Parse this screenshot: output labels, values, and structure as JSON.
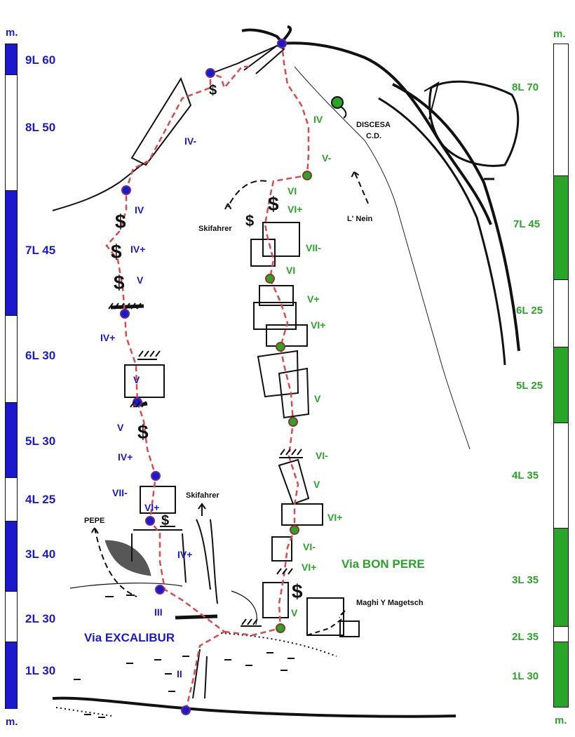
{
  "left_scale": {
    "unit": "m.",
    "color": "#1a1acc",
    "pitches": [
      "9L 60",
      "8L 50",
      "7L 45",
      "6L 30",
      "5L 30",
      "4L 25",
      "3L 40",
      "2L 30",
      "1L 30"
    ]
  },
  "right_scale": {
    "unit": "m.",
    "color": "#2aa52a",
    "pitches": [
      "8L 70",
      "7L 45",
      "6L 25",
      "5L 25",
      "4L 35",
      "3L 35",
      "2L 35",
      "1L 30"
    ]
  },
  "routes": {
    "excalibur": {
      "name": "Via EXCALIBUR",
      "grades": [
        "II",
        "III",
        "IV+",
        "VI+",
        "VII-",
        "IV+",
        "V",
        "V",
        "IV+",
        "V",
        "IV+",
        "IV",
        "IV-"
      ]
    },
    "bon_pere": {
      "name": "Via BON PERE",
      "grades": [
        "V",
        "VI+",
        "VI-",
        "VI+",
        "V",
        "VI-",
        "V",
        "VI+",
        "V+",
        "VI",
        "VII-",
        "VI+",
        "VI",
        "V-",
        "IV"
      ]
    }
  },
  "notes": {
    "discesa": "DISCESA",
    "cd": "C.D.",
    "l_nein": "L' Nein",
    "skifahrer_top": "Skifahrer",
    "skifahrer_mid": "Skifahrer",
    "pepe": "PEPE",
    "maghi": "Maghi Y Magetsch"
  }
}
